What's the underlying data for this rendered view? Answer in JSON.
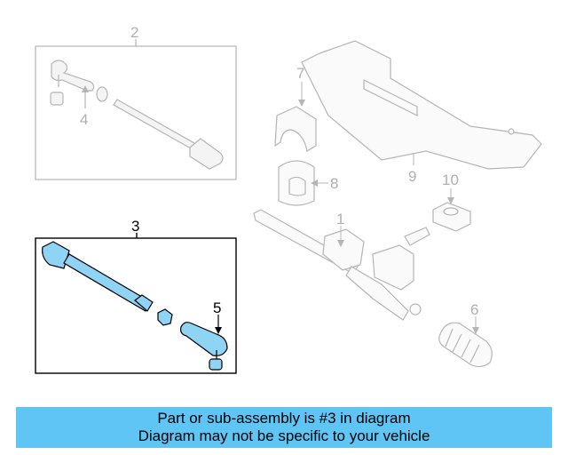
{
  "diagram": {
    "callouts": {
      "c1": "1",
      "c2": "2",
      "c3": "3",
      "c4": "4",
      "c5": "5",
      "c6": "6",
      "c7": "7",
      "c8": "8",
      "c9": "9",
      "c10": "10"
    },
    "highlight_color": "#8fd3f5",
    "faded_color": "#b0b0b0"
  },
  "banner": {
    "line1": "Part or sub-assembly is #3 in diagram",
    "line2": "Diagram may not be specific to your vehicle",
    "background": "#5ec5f5"
  }
}
